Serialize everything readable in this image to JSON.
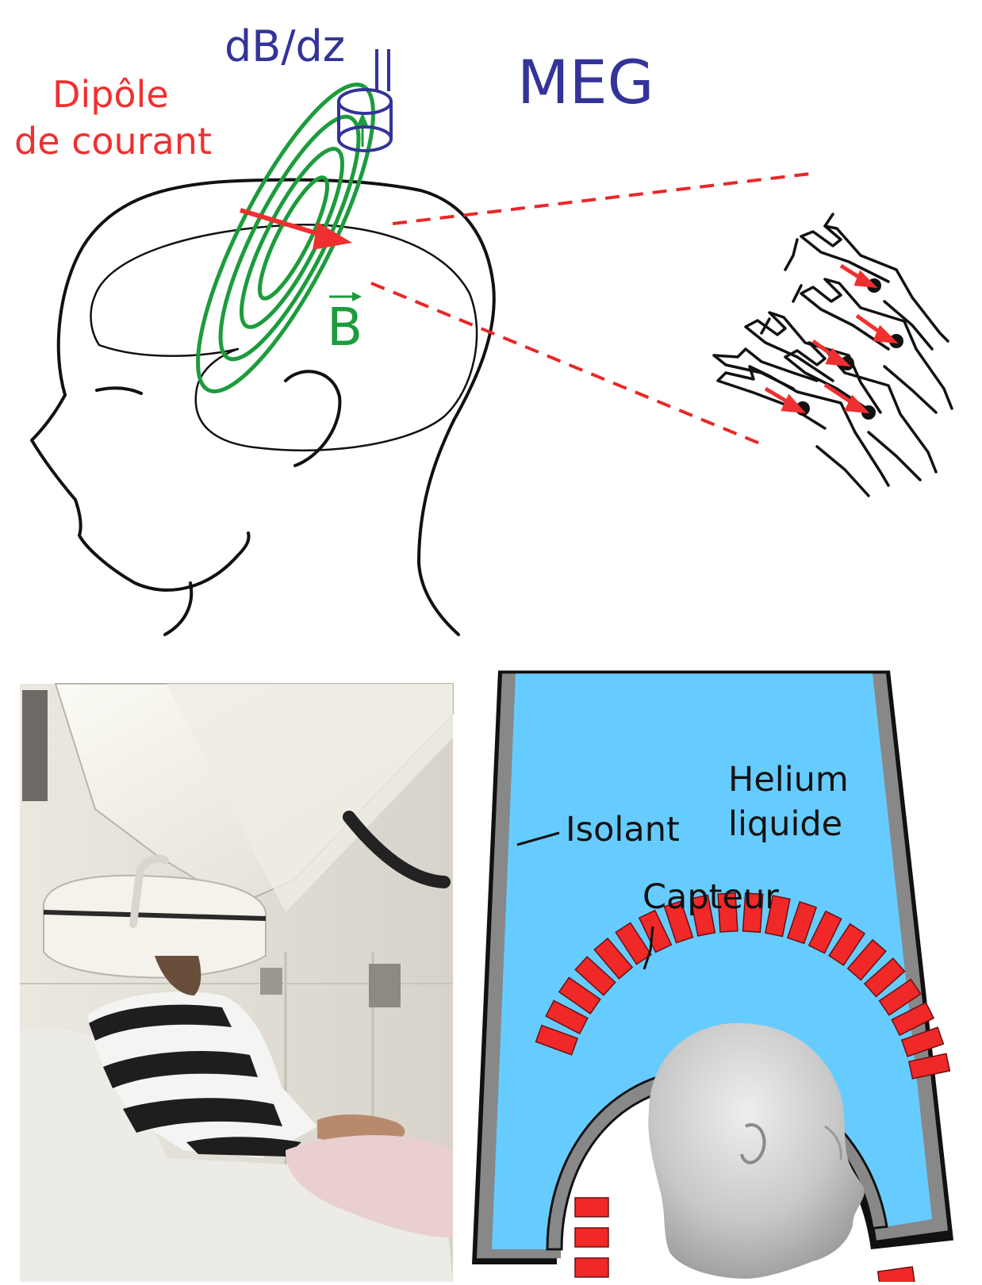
{
  "labels": {
    "current_dipole_line1": "Dipôle",
    "current_dipole_line2": "de courant",
    "field_derivative": "dB/dz",
    "title": "MEG",
    "magnetic_field": "B",
    "insulator": "Isolant",
    "liquid_helium_line1": "Helium",
    "liquid_helium_line2": "liquide",
    "sensor": "Capteur"
  },
  "colors": {
    "dipole": "#f03030",
    "field_lines": "#1c9c3c",
    "coil": "#333399",
    "helium": "#66ccff",
    "insulator": "#888888",
    "sensor": "#f02828",
    "outline": "#111111"
  },
  "icons": [
    "head-outline",
    "neuron-cluster",
    "pickup-coil",
    "dewar-helmet",
    "3d-head"
  ]
}
